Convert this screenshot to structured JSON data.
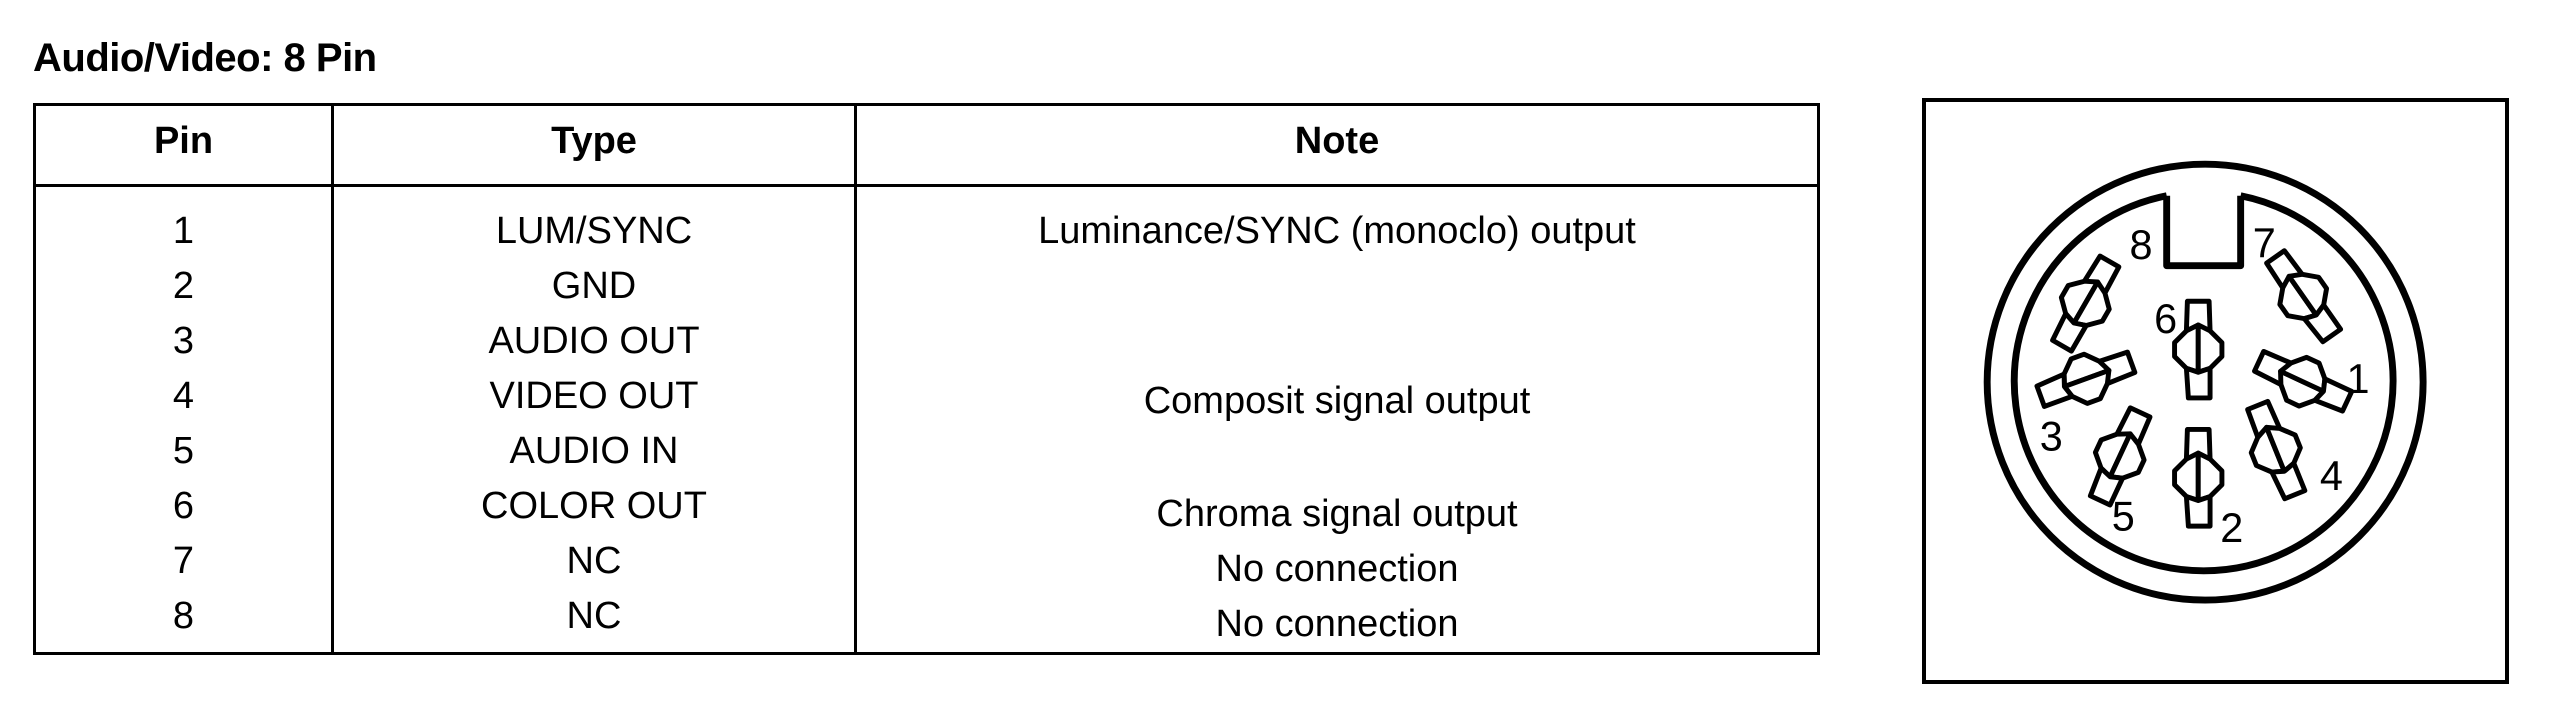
{
  "title": "Audio/Video: 8 Pin",
  "table": {
    "headers": [
      "Pin",
      "Type",
      "Note"
    ],
    "rows": [
      {
        "pin": "1",
        "type": "LUM/SYNC",
        "note": "Luminance/SYNC (monoclo) output"
      },
      {
        "pin": "2",
        "type": "GND",
        "note": ""
      },
      {
        "pin": "3",
        "type": "AUDIO OUT",
        "note": ""
      },
      {
        "pin": "4",
        "type": "VIDEO OUT",
        "note": "Composit signal output"
      },
      {
        "pin": "5",
        "type": "AUDIO IN",
        "note": ""
      },
      {
        "pin": "6",
        "type": "COLOR OUT",
        "note": "Chroma signal output"
      },
      {
        "pin": "7",
        "type": "NC",
        "note": "No connection"
      },
      {
        "pin": "8",
        "type": "NC",
        "note": "No connection"
      }
    ]
  },
  "connector": {
    "pin_labels": [
      "1",
      "2",
      "3",
      "4",
      "5",
      "6",
      "7",
      "8"
    ]
  }
}
